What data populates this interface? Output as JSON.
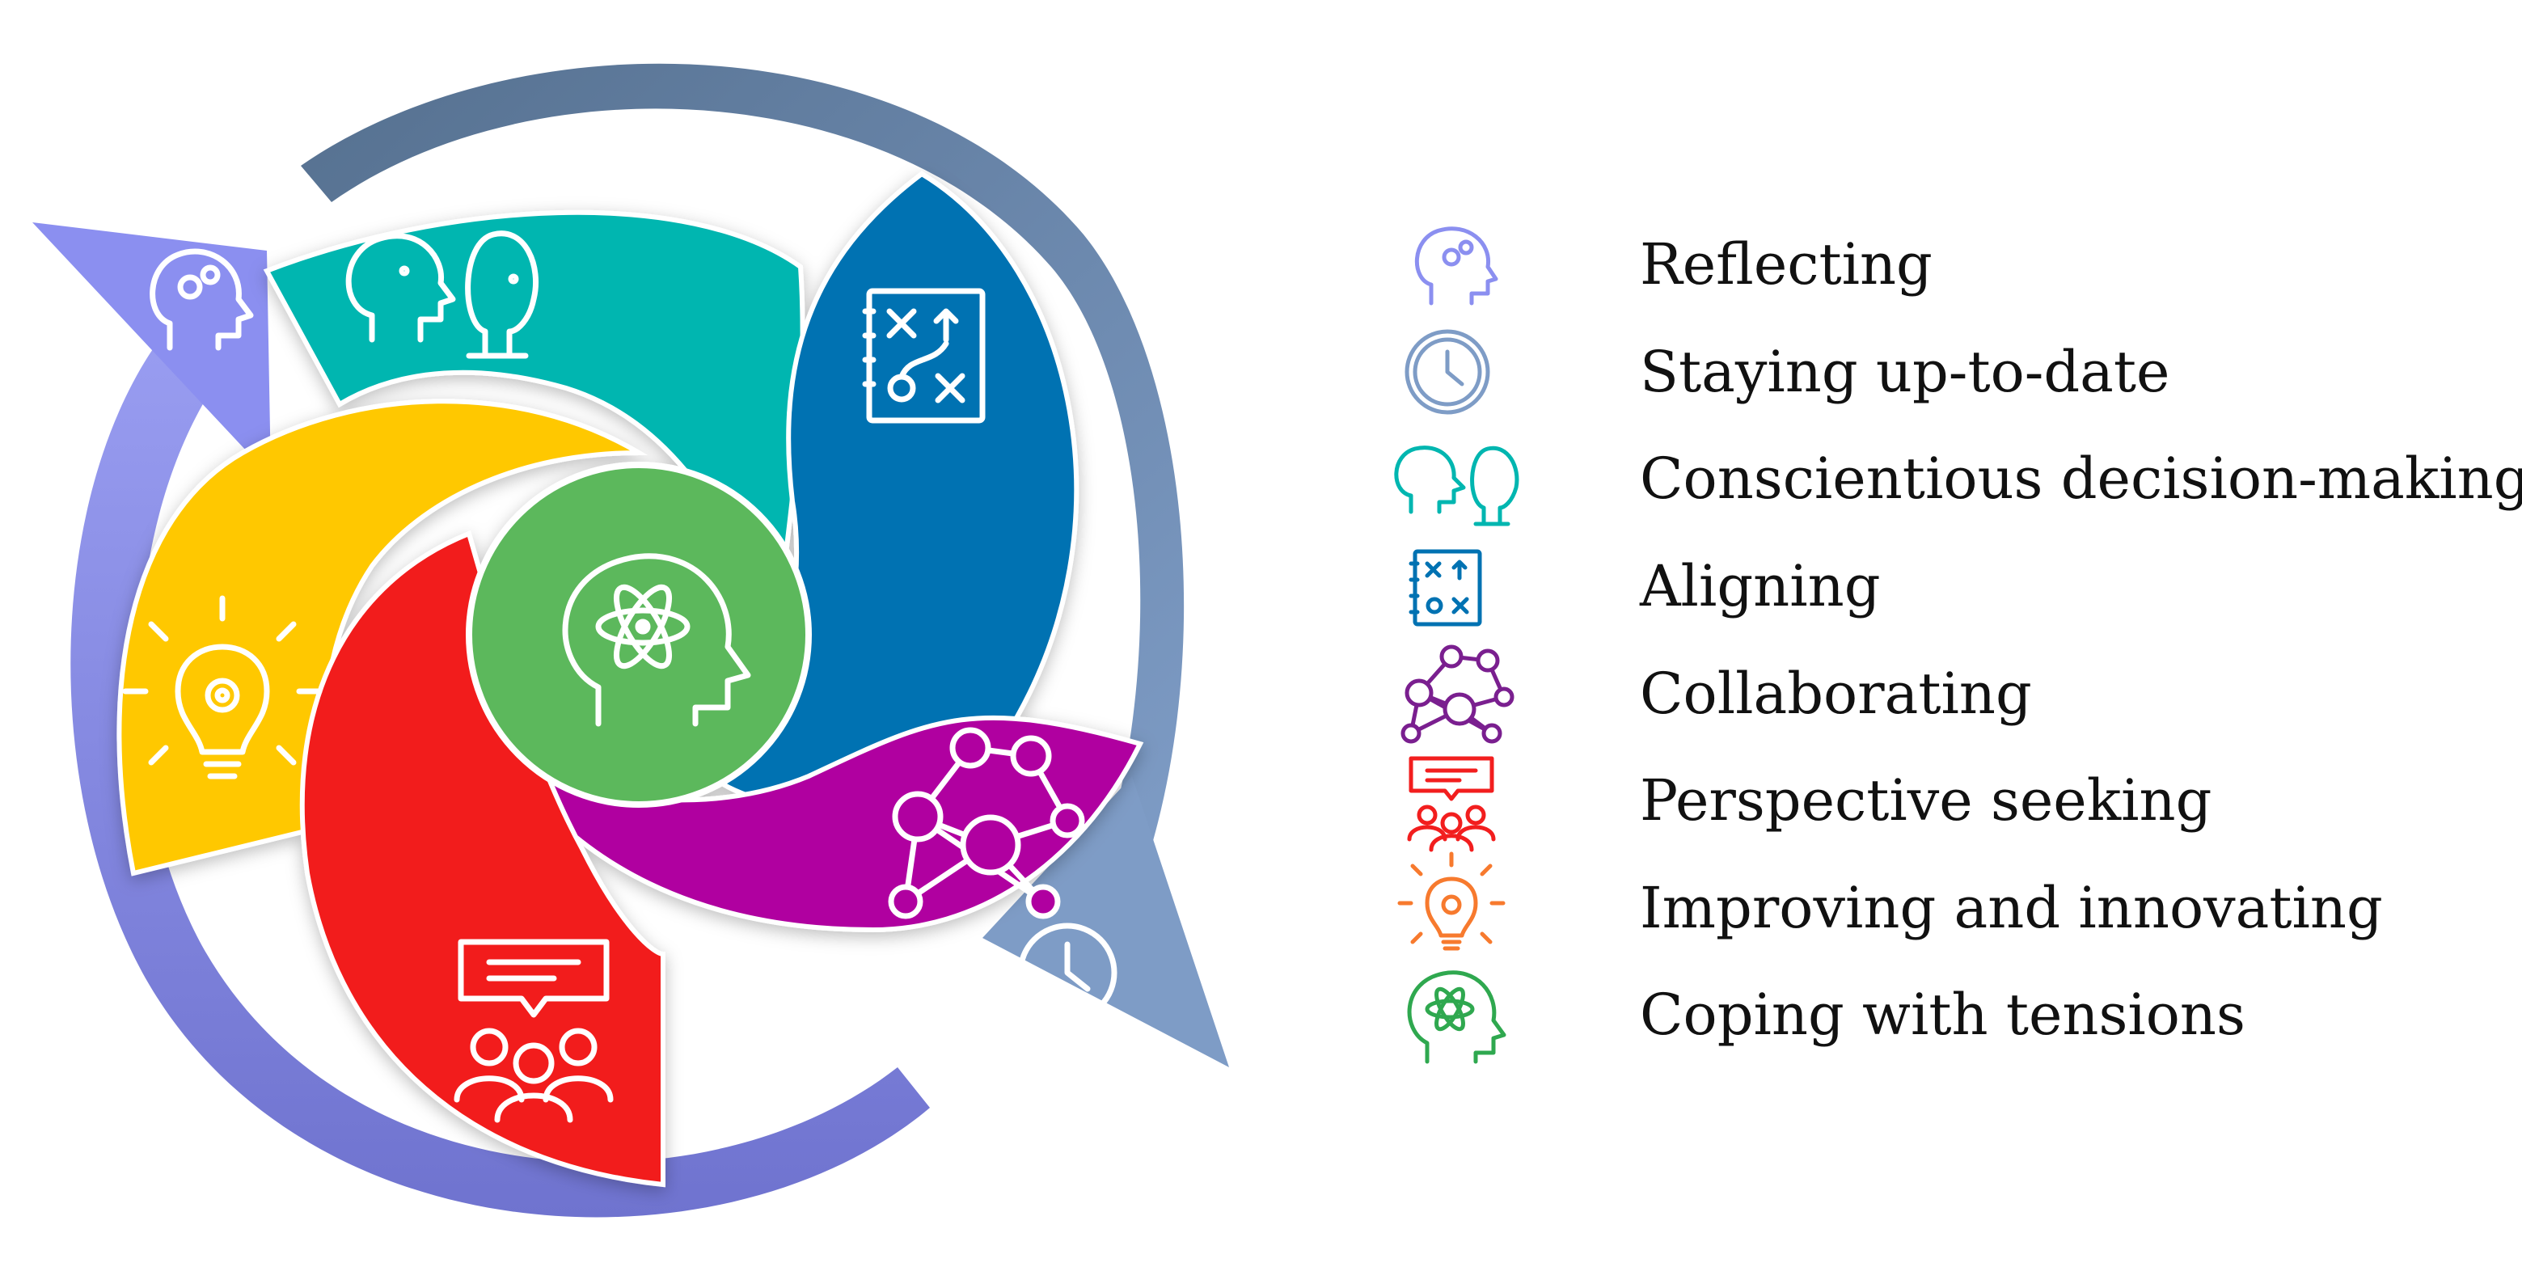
{
  "colors": {
    "reflecting": "#8B8FF0",
    "staying_up_to_date": "#7E9CC6",
    "conscientious_decision_making": "#00B6B0",
    "aligning": "#0072B2",
    "collaborating": "#B000A0",
    "perspective_seeking": "#F21E1E",
    "improving_and_innovating": "#FFC800",
    "improving_and_innovating_legend": "#F77A2E",
    "coping_with_tensions": "#5CB85C",
    "outer_arrow_dark": "#55708F",
    "outer_arrow_blue": "#7E9CC6",
    "outer_arrow_purple": "#7A7ED8"
  },
  "legend": {
    "items": [
      {
        "label": "Reflecting",
        "icon": "head-gears-icon"
      },
      {
        "label": "Staying up-to-date",
        "icon": "clock-icon"
      },
      {
        "label": "Conscientious decision-making",
        "icon": "two-heads-icon"
      },
      {
        "label": "Aligning",
        "icon": "strategy-board-icon"
      },
      {
        "label": "Collaborating",
        "icon": "network-people-icon"
      },
      {
        "label": "Perspective seeking",
        "icon": "speech-group-icon"
      },
      {
        "label": "Improving and innovating",
        "icon": "lightbulb-gear-icon"
      },
      {
        "label": "Coping with tensions",
        "icon": "head-atom-icon"
      }
    ]
  }
}
